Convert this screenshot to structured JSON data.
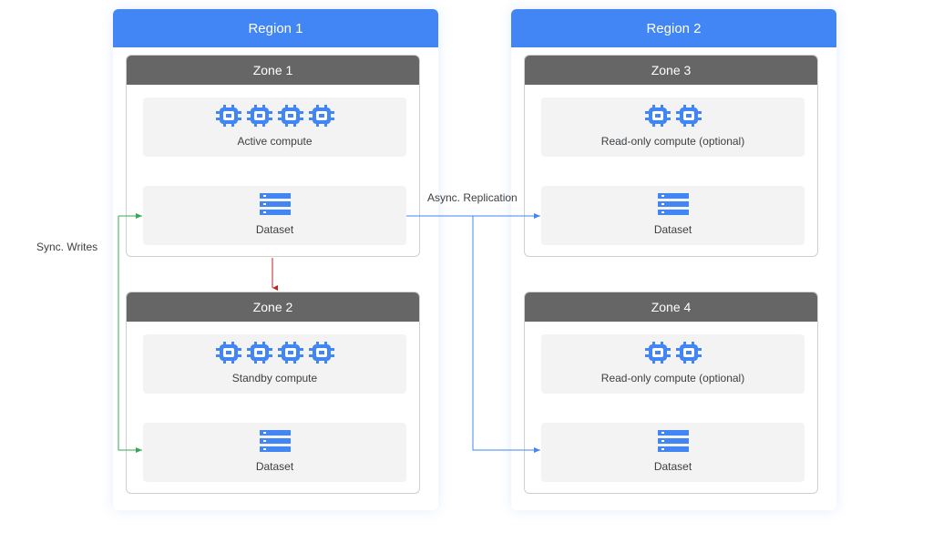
{
  "colors": {
    "region_header": "#4285f4",
    "zone_header": "#666666",
    "sync_arrow": "#34a853",
    "failover_arrow": "#c5221f",
    "async_arrow": "#4285f4",
    "icon": "#4285f4"
  },
  "labels": {
    "sync_writes": "Sync. Writes",
    "async_replication": "Async. Replication"
  },
  "regions": [
    {
      "title": "Region 1",
      "zones": [
        {
          "title": "Zone 1",
          "compute": {
            "label": "Active compute",
            "chips": 4,
            "icon": "cpu-chip-icon"
          },
          "dataset": {
            "label": "Dataset",
            "icon": "storage-icon"
          }
        },
        {
          "title": "Zone 2",
          "compute": {
            "label": "Standby compute",
            "chips": 4,
            "icon": "cpu-chip-icon"
          },
          "dataset": {
            "label": "Dataset",
            "icon": "storage-icon"
          }
        }
      ]
    },
    {
      "title": "Region 2",
      "zones": [
        {
          "title": "Zone 3",
          "compute": {
            "label": "Read-only compute (optional)",
            "chips": 2,
            "icon": "cpu-chip-icon"
          },
          "dataset": {
            "label": "Dataset",
            "icon": "storage-icon"
          }
        },
        {
          "title": "Zone 4",
          "compute": {
            "label": "Read-only compute (optional)",
            "chips": 2,
            "icon": "cpu-chip-icon"
          },
          "dataset": {
            "label": "Dataset",
            "icon": "storage-icon"
          }
        }
      ]
    }
  ]
}
